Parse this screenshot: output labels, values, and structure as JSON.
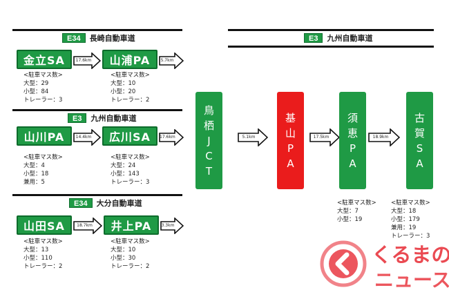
{
  "routes": {
    "r1": {
      "code": "E34",
      "name": "長崎自動車道"
    },
    "r2": {
      "code": "E3",
      "name": "九州自動車道"
    },
    "r3": {
      "code": "E34",
      "name": "大分自動車道"
    },
    "r4": {
      "code": "E3",
      "name": "九州自動車道"
    }
  },
  "left": {
    "kanatate": {
      "name": "金立SA",
      "info": [
        "<駐車マス数>",
        "大型：29",
        "小型：84",
        "トレーラー：3"
      ]
    },
    "yamaura": {
      "name": "山浦PA",
      "info": [
        "<駐車マス数>",
        "大型：10",
        "小型：20",
        "トレーラー：2"
      ]
    },
    "yamakawa": {
      "name": "山川PA",
      "info": [
        "<駐車マス数>",
        "大型：4",
        "小型：18",
        "兼用：5"
      ]
    },
    "hirokawa": {
      "name": "広川SA",
      "info": [
        "<駐車マス数>",
        "大型：24",
        "小型：143",
        "トレーラー：3"
      ]
    },
    "yamada": {
      "name": "山田SA",
      "info": [
        "<駐車マス数>",
        "大型：13",
        "小型：110",
        "トレーラー：2"
      ]
    },
    "inoue": {
      "name": "井上PA",
      "info": [
        "<駐車マス数>",
        "大型：10",
        "小型：30",
        "トレーラー：2"
      ]
    }
  },
  "distances": {
    "d1": "17.6km",
    "d2": "5.7km",
    "d3": "14.4km",
    "d4": "17.6km",
    "d5": "18.7km",
    "d6": "3.3km",
    "d7": "5.1km",
    "d8": "17.5km",
    "d9": "18.9km"
  },
  "right": {
    "tosu": {
      "chars": [
        "鳥",
        "栖",
        "J",
        "C",
        "T"
      ]
    },
    "kiyama": {
      "chars": [
        "基",
        "山",
        "P",
        "A"
      ]
    },
    "sue": {
      "chars": [
        "須",
        "恵",
        "P",
        "A"
      ],
      "info": [
        "<駐車マス数>",
        "大型：7",
        "小型：19"
      ]
    },
    "koga": {
      "chars": [
        "古",
        "賀",
        "S",
        "A"
      ],
      "info": [
        "<駐車マス数>",
        "大型：18",
        "小型：179",
        "兼用：19",
        "トレーラー：3"
      ]
    }
  },
  "brand": {
    "line1": "くるまの",
    "line2": "ニュース",
    "accent": "#e61e28"
  },
  "colors": {
    "green": "#1f9a45",
    "red": "#ea1c1c"
  }
}
